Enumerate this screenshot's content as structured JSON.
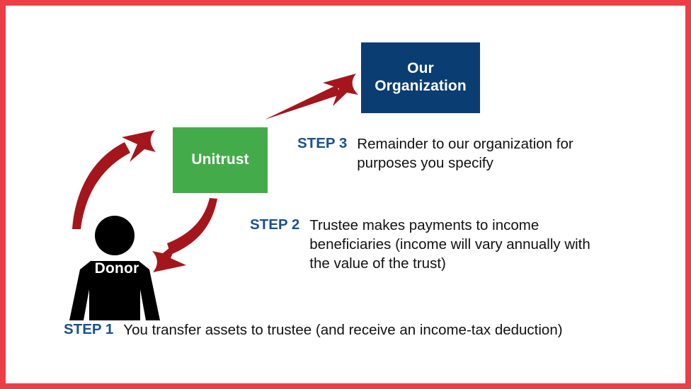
{
  "diagram": {
    "title_text_present": false,
    "colors": {
      "frame_border": "#ee3e45",
      "organization_box": "#0a3d72",
      "unitrust_box": "#44ab4b",
      "arrow": "#a4161c",
      "step_label": "#1a5090",
      "donor_silhouette": "#000000",
      "body_text": "#111111"
    },
    "nodes": {
      "organization": {
        "label_line1": "Our",
        "label_line2": "Organization"
      },
      "unitrust": {
        "label": "Unitrust"
      },
      "donor": {
        "label": "Donor"
      }
    },
    "arrows": [
      {
        "name": "donor-to-unitrust",
        "direction": "up-right",
        "style": "curved"
      },
      {
        "name": "unitrust-to-donor",
        "direction": "down-left",
        "style": "curved"
      },
      {
        "name": "unitrust-to-organization",
        "direction": "up-right",
        "style": "straight"
      }
    ],
    "steps": [
      {
        "tag": "STEP 1",
        "text": "You transfer assets to trustee (and receive an income-tax deduction)"
      },
      {
        "tag": "STEP 2",
        "text": "Trustee makes payments to income beneficiaries (income will vary annually with the value of the trust)"
      },
      {
        "tag": "STEP 3",
        "text": "Remainder to our organization for purposes you specify"
      }
    ]
  }
}
